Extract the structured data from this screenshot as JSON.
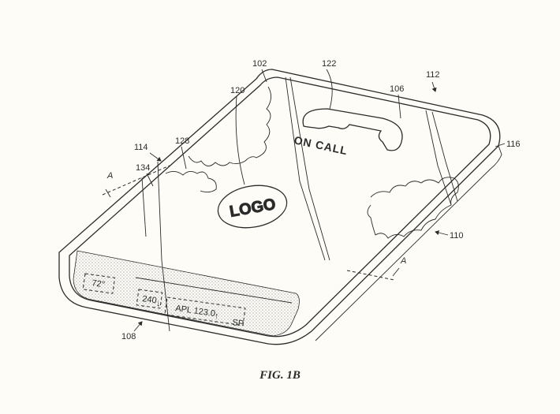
{
  "screen": {
    "logo_text": "LOGO",
    "call_text": "ON CALL",
    "status": {
      "temperature": "72°",
      "altitude": "240",
      "ticker": "APL 123.0",
      "sp": "SP"
    }
  },
  "refs": {
    "r102": "102",
    "r106": "106",
    "r108": "108",
    "r110": "110",
    "r112": "112",
    "r114": "114",
    "r116": "116",
    "r120": "120",
    "r122": "122",
    "r128": "128",
    "r134": "134"
  },
  "section_marks": {
    "left": "A",
    "right": "A"
  },
  "caption": "FIG. 1B",
  "colors": {
    "ink": "#2b2b2b",
    "paper": "#fdfcf7"
  }
}
